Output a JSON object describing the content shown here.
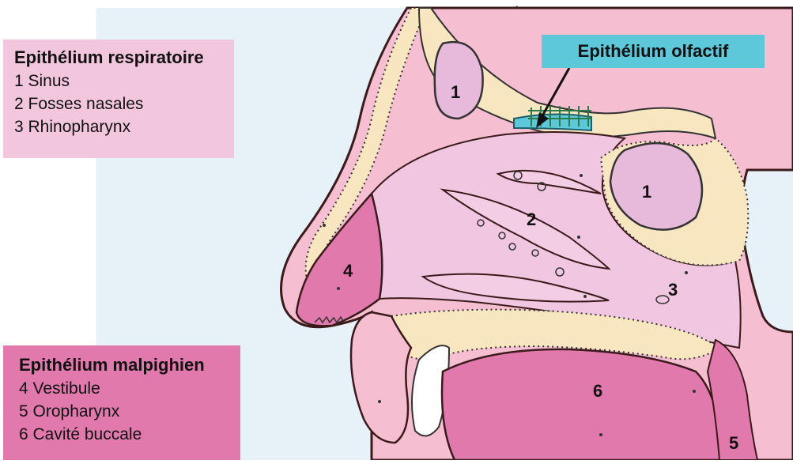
{
  "legend_respiratory": {
    "title": "Epithélium respiratoire",
    "items": [
      "1 Sinus",
      "2 Fosses nasales",
      "3 Rhinopharynx"
    ]
  },
  "legend_malpighian": {
    "title": "Epithélium malpighien",
    "items": [
      "4 Vestibule",
      "5 Oropharynx",
      "6 Cavité buccale"
    ]
  },
  "olfactory_label": "Epithélium olfactif",
  "region_numbers": {
    "sinus_frontal": "1",
    "sinus_sphenoid": "1",
    "nasal_cavity": "2",
    "rhinopharynx": "3",
    "vestibule": "4",
    "oropharynx": "5",
    "oral_cavity": "6"
  },
  "colors": {
    "background": "#e6f1f8",
    "skin": "#f6bfd1",
    "bone": "#f7e6c0",
    "respiratory": "#f2c6dc",
    "malpighian": "#e279ad",
    "olfactory": "#5dc8d9",
    "brain": "#d6d6d6"
  }
}
